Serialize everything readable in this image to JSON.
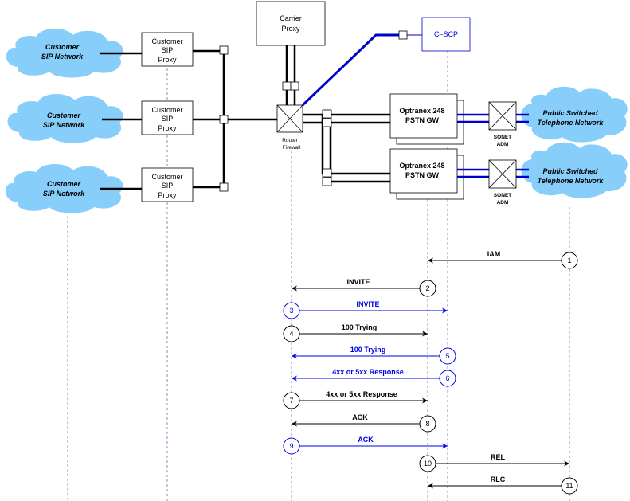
{
  "clouds": {
    "customer": [
      "Customer",
      "SIP Network"
    ],
    "pstn": [
      "Public Switched",
      "Telephone Network"
    ]
  },
  "proxies": [
    "Customer",
    "SIP",
    "Proxy"
  ],
  "carrier_proxy": [
    "Carrier",
    "Proxy"
  ],
  "cscp": "C–SCP",
  "router": [
    "Router",
    "Firewall"
  ],
  "gateway": [
    "Optranex 248",
    "PSTN GW"
  ],
  "adm": [
    "SONET",
    "ADM"
  ],
  "messages": [
    {
      "n": "1",
      "label": "IAM",
      "color": "#000000"
    },
    {
      "n": "2",
      "label": "INVITE",
      "color": "#000000"
    },
    {
      "n": "3",
      "label": "INVITE",
      "color": "#0000ee"
    },
    {
      "n": "4",
      "label": "100 Trying",
      "color": "#000000"
    },
    {
      "n": "5",
      "label": "100 Trying",
      "color": "#0000ee"
    },
    {
      "n": "6",
      "label": "4xx or 5xx Response",
      "color": "#0000ee"
    },
    {
      "n": "7",
      "label": "4xx or 5xx Response",
      "color": "#000000"
    },
    {
      "n": "8",
      "label": "ACK",
      "color": "#000000"
    },
    {
      "n": "9",
      "label": "ACK",
      "color": "#0000ee"
    },
    {
      "n": "10",
      "label": "REL",
      "color": "#000000"
    },
    {
      "n": "11",
      "label": "RLC",
      "color": "#000000"
    }
  ],
  "colors": {
    "cloud": "#87cefa",
    "blue_link": "#0000cc",
    "message_blue": "#0000ee"
  }
}
